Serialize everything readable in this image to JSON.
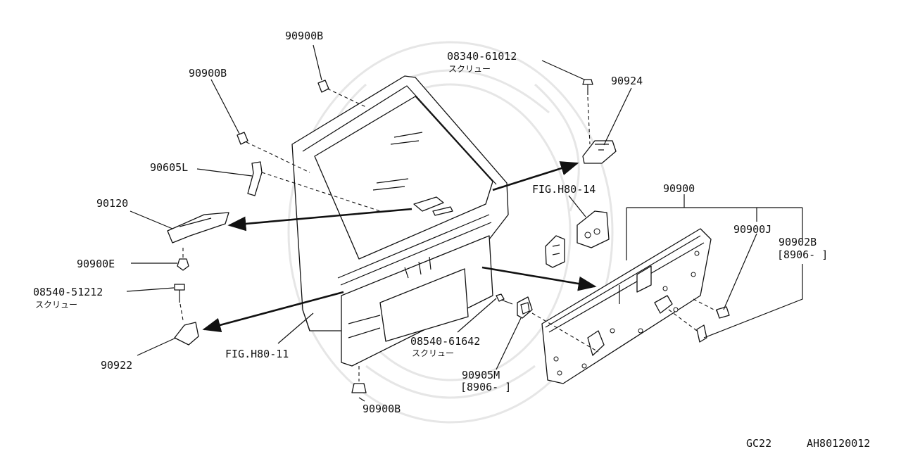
{
  "labels": {
    "p90900b_top": "90900B",
    "p90900b_left": "90900B",
    "p90605l": "90605L",
    "p90120": "90120",
    "p90900e": "90900E",
    "p08540_51212": "08540-51212",
    "p08540_51212_sub": "スクリュー",
    "p90922": "90922",
    "fig_h80_11": "FIG.H80-11",
    "p90900b_bottom": "90900B",
    "p08340_61012": "08340-61012",
    "p08340_61012_sub": "スクリュー",
    "p90924": "90924",
    "fig_h80_14": "FIG.H80-14",
    "p90900": "90900",
    "p90900j": "90900J",
    "p90902b": "90902B",
    "p90902b_range": "[8906-    ]",
    "p08540_61642": "08540-61642",
    "p08540_61642_sub": "スクリュー",
    "p90905m": "90905M",
    "p90905m_range": "[8906-    ]",
    "code_gc22": "GC22",
    "code_ah": "AH80120012"
  },
  "colors": {
    "ink": "#111111",
    "watermark": "#e6e6e6",
    "background": "#ffffff"
  }
}
